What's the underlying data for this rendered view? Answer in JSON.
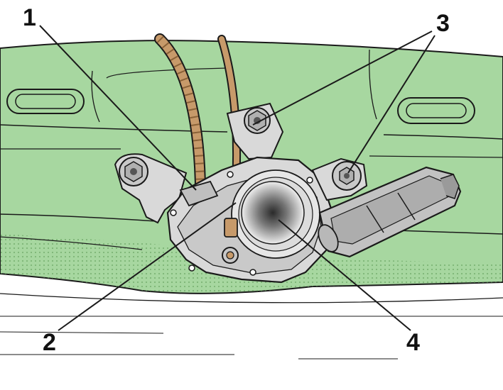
{
  "callouts": [
    {
      "id": "1",
      "label": "1"
    },
    {
      "id": "2",
      "label": "2"
    },
    {
      "id": "3",
      "label": "3"
    },
    {
      "id": "4",
      "label": "4"
    }
  ],
  "colors": {
    "panel": "#a7d7a0",
    "panel_dark": "#8fc888",
    "housing": "#d9d9d9",
    "housing_dark": "#9a9a9a",
    "cable": "#c79a6a",
    "cable_stripe": "#8a6238",
    "outline": "#1a1a1a"
  }
}
